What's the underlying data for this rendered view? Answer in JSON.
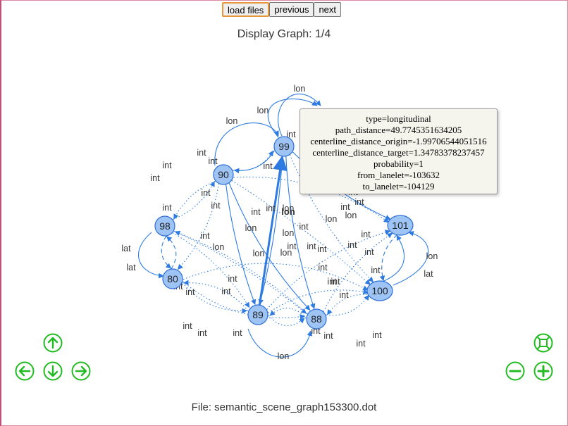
{
  "toolbar": {
    "load_label": "load files",
    "previous_label": "previous",
    "next_label": "next"
  },
  "title": "Display Graph: 1/4",
  "footer": "File: semantic_scene_graph153300.dot",
  "tooltip": {
    "lines": [
      "type=longitudinal",
      "path_distance=49.7745351634205",
      "centerline_distance_origin=-1.99706544051516",
      "centerline_distance_target=1.34783378237457",
      "probability=1",
      "from_lanelet=-103632",
      "to_lanelet=-104129"
    ]
  },
  "graph": {
    "nodes": [
      {
        "id": "99"
      },
      {
        "id": "90"
      },
      {
        "id": "98"
      },
      {
        "id": "80"
      },
      {
        "id": "89"
      },
      {
        "id": "88"
      },
      {
        "id": "100"
      },
      {
        "id": "101"
      }
    ],
    "edge_labels": [
      "lon",
      "lon",
      "lon",
      "int",
      "int",
      "int",
      "int",
      "int",
      "int",
      "int",
      "int",
      "lat",
      "lat",
      "int",
      "int",
      "int",
      "int",
      "int",
      "int",
      "int",
      "int",
      "lon",
      "lon",
      "lon",
      "int",
      "lon",
      "lon",
      "lon",
      "lon",
      "int",
      "int",
      "int",
      "int",
      "int",
      "int",
      "int",
      "int",
      "int",
      "int",
      "lon",
      "int",
      "int",
      "int",
      "lon",
      "lat",
      "int",
      "int",
      "lon",
      "int",
      "int",
      "int",
      "int",
      "int",
      "int"
    ],
    "highlighted_label": "lon"
  },
  "colors": {
    "node_fill": "#9ec4f5",
    "node_stroke": "#2d6fd6",
    "edge": "#2d7be0",
    "nav": "#22bb22"
  },
  "nav_icons": [
    "arrow-up-icon",
    "arrow-left-icon",
    "arrow-down-icon",
    "arrow-right-icon",
    "fit-icon",
    "zoom-out-icon",
    "zoom-in-icon"
  ]
}
